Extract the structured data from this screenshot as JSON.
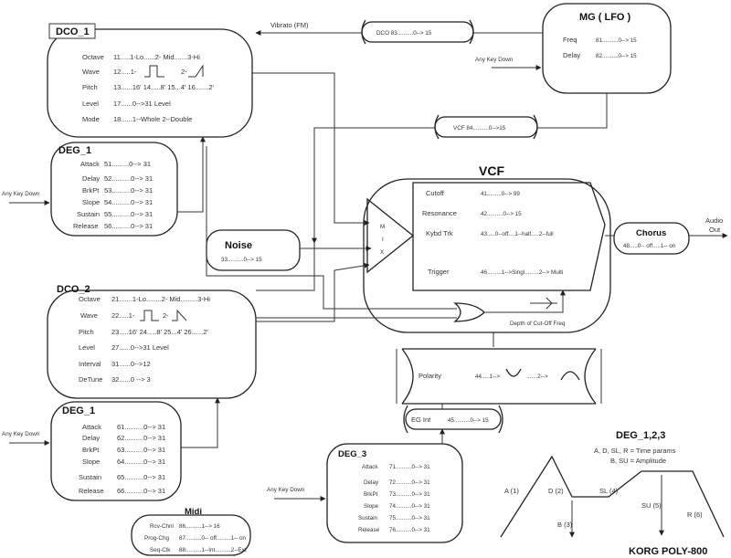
{
  "dco1": {
    "title": "DCO_1",
    "rows": [
      {
        "label": "Octave",
        "value": "11.....1-Lo......2- Mid.......3-Hi"
      },
      {
        "label": "Wave",
        "value": "12.....1-",
        "value2": "2-"
      },
      {
        "label": "Pitch",
        "value": "13......16'    14.....8'    15...4'    16.......2'"
      },
      {
        "label": "Level",
        "value": "17......0-->31  Level"
      },
      {
        "label": "Mode",
        "value": "18......1--Whole    2--Double"
      }
    ]
  },
  "deg1_top": {
    "title": "DEG_1",
    "rows": [
      {
        "label": "Attack",
        "value": "51.........0--> 31"
      },
      {
        "label": "Delay",
        "value": "52..........0--> 31"
      },
      {
        "label": "BrkPt",
        "value": "53..........0--> 31"
      },
      {
        "label": "Slope",
        "value": "54..........0--> 31"
      },
      {
        "label": "Sustain",
        "value": "55..........0--> 31"
      },
      {
        "label": "Release",
        "value": "56..........0--> 31"
      }
    ],
    "input": "Any Key Down"
  },
  "dco2": {
    "title": "DCO_2",
    "rows": [
      {
        "label": "Octave",
        "value": "21.......1-Lo........2- Mid.........3-Hi"
      },
      {
        "label": "Wave",
        "value": "22.....1-",
        "value2": "2-"
      },
      {
        "label": "Pitch",
        "value": "23.....16'    24.....8'    25...4'    26......2'"
      },
      {
        "label": "Level",
        "value": "27......0-->31  Level"
      },
      {
        "label": "Interval",
        "value": "31......0-->12"
      },
      {
        "label": "DeTune",
        "value": "32......0 --> 3"
      }
    ]
  },
  "deg1_bottom": {
    "title": "DEG_1",
    "rows": [
      {
        "label": "Attack",
        "value": "61..........0--> 31"
      },
      {
        "label": "Delay",
        "value": "62..........0--> 31"
      },
      {
        "label": "BrkPt",
        "value": "63..........0--> 31"
      },
      {
        "label": "Slope",
        "value": "64..........0--> 31"
      },
      {
        "label": "Sustain",
        "value": "65..........0--> 31"
      },
      {
        "label": "Release",
        "value": "66..........0--> 31"
      }
    ],
    "input": "Any Key Down"
  },
  "midi": {
    "title": "Midi",
    "rows": [
      {
        "label": "Rcv-Chnl",
        "value": "86..........1--> 16"
      },
      {
        "label": "Prog-Chg",
        "value": "87..........0-- off.........1-- on"
      },
      {
        "label": "Seq-Clk",
        "value": "88..........1--Int..........2--Ext"
      }
    ]
  },
  "mg": {
    "title": "MG ( LFO )",
    "rows": [
      {
        "label": "Freq",
        "value": "81..........0--> 15"
      },
      {
        "label": "Delay",
        "value": "82..........0--> 15"
      }
    ],
    "input": "Any Key Down"
  },
  "vibrato": {
    "label": "Vibrato (FM)",
    "dco": "DCO     83..........0--> 15"
  },
  "vcf_mod": {
    "value": "VCF   84..........0-->15"
  },
  "vcf": {
    "title": "VCF",
    "mix": [
      "M",
      "I",
      "X"
    ],
    "rows": [
      {
        "label": "Cutoff",
        "value": "41.........0--> 99"
      },
      {
        "label": "Resonance",
        "value": "42..........0--> 15"
      },
      {
        "label": "Kybd Trk",
        "value": "43.....0--off....1--half.....2--full"
      },
      {
        "label": "Trigger",
        "value": "46.........1-->Singl.........2--> Multi"
      }
    ],
    "depth_label": "Depth of Cut-Off Freq"
  },
  "noise": {
    "title": "Noise",
    "value": "33..........0--> 15"
  },
  "chorus": {
    "title": "Chorus",
    "value": "48.....0-- off.....1-- on"
  },
  "audio_out": {
    "line1": "Audio",
    "line2": "Out"
  },
  "polarity": {
    "label": "Polarity",
    "value1": "44.....1-->",
    "value2": ".......2-->"
  },
  "eg_int": {
    "label": "EG Int",
    "value": "45..........0--> 15"
  },
  "deg3": {
    "title": "DEG_3",
    "rows": [
      {
        "label": "Attack",
        "value": "71..........0--> 31"
      },
      {
        "label": "Delay",
        "value": "72..........0--> 31"
      },
      {
        "label": "BrkPt",
        "value": "73..........0--> 31"
      },
      {
        "label": "Slope",
        "value": "74..........0--> 31"
      },
      {
        "label": "Sustain",
        "value": "75..........0--> 31"
      },
      {
        "label": "Release",
        "value": "76..........0--> 31"
      }
    ],
    "input": "Any Key Down"
  },
  "envelope": {
    "title": "DEG_1,2,3",
    "desc1": "A, D, SL, R = Time params",
    "desc2": "B, SU = Amplitude",
    "labels": {
      "a": "A (1)",
      "d": "D (2)",
      "sl": "SL (4)",
      "su": "SU (5)",
      "b": "B (3)",
      "r": "R (6)"
    }
  },
  "footer": "KORG POLY-800"
}
